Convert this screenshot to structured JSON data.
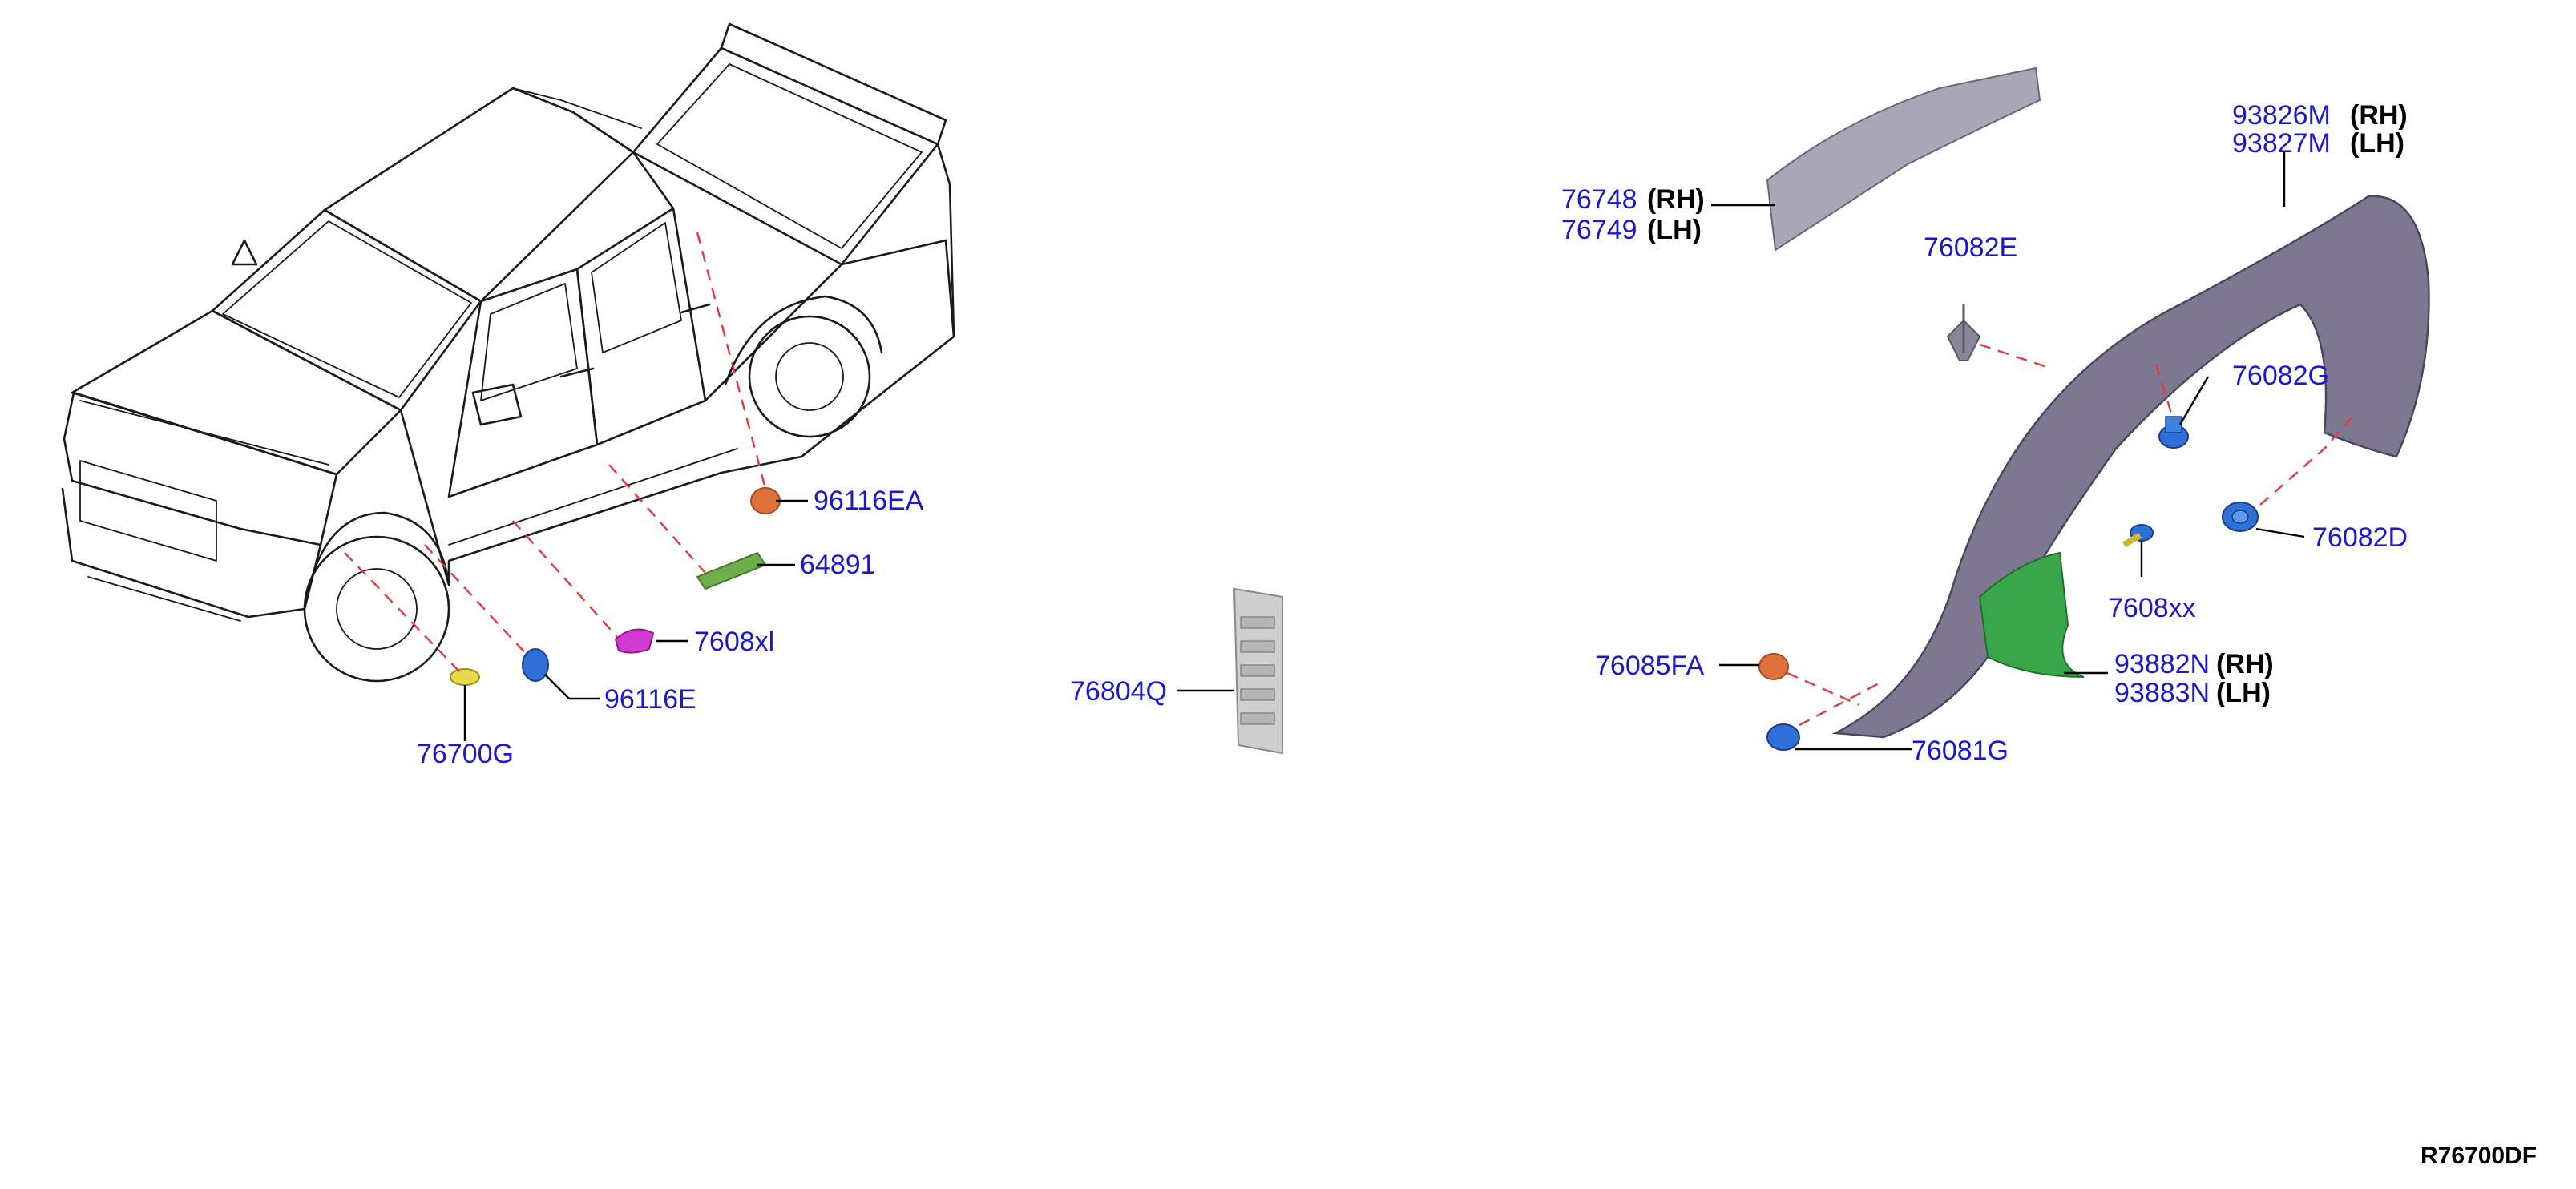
{
  "labels": {
    "p96116EA": "96116EA",
    "p64891": "64891",
    "p7608x_left": "7608xl",
    "p96116E": "96116E",
    "p76700G": "76700G",
    "p76804Q": "76804Q",
    "p76748": "76748",
    "p76749": "76749",
    "p76082E": "76082E",
    "p93826M": "93826M",
    "p93827M": "93827M",
    "p76082G": "76082G",
    "p76082D": "76082D",
    "p7608_mid": "7608xx",
    "p93882N": "93882N",
    "p93883N": "93883N",
    "p76085FA": "76085FA",
    "p76081G": "76081G"
  },
  "sides": {
    "rh": "(RH)",
    "lh": "(LH)"
  },
  "reference_code": "R76700DF",
  "colors": {
    "label_blue": "#1a1acc",
    "leader_dash": "#e23a3a",
    "fender_flare": "#7d7890",
    "mud_guard_green": "#3aa64a",
    "splash_shield": "#a9a6b8",
    "clip_blue": "#2f6fd6",
    "clip_orange": "#e0703c",
    "clip_yellow": "#e6d94a",
    "clip_magenta": "#d23ad2",
    "protector_green": "#6fae4a",
    "bracket_gray": "#b5b5b5"
  }
}
